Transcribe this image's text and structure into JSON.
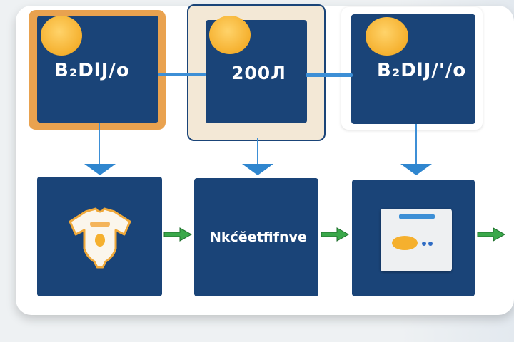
{
  "top_row": [
    {
      "label": "B₂DlJ/o"
    },
    {
      "label": "200Л"
    },
    {
      "label": "B₂DlJ/'/o"
    }
  ],
  "bottom_row": [
    {
      "content": "onesie-icon"
    },
    {
      "label": "Nkćĕetfifnve"
    },
    {
      "content": "card-icon"
    }
  ],
  "colors": {
    "tile": "#1a4478",
    "accent_orange": "#f5b02e",
    "connector_blue": "#3d8fd6",
    "arrow_green": "#3aa84a"
  }
}
